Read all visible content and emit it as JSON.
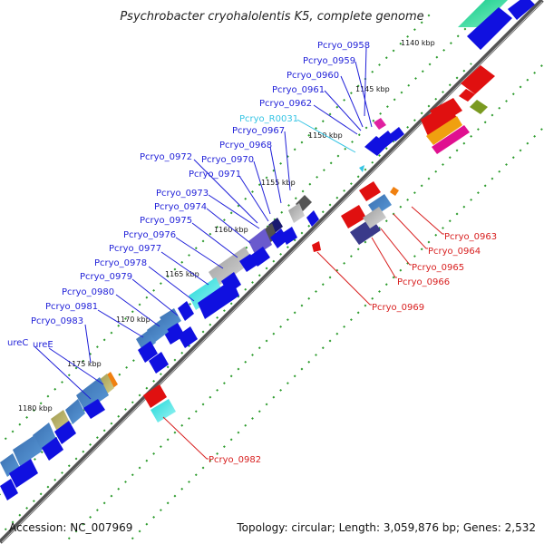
{
  "title": "Psychrobacter cryohalolentis K5, complete genome",
  "footer": {
    "accession": "Accession: NC_007969",
    "info": "Topology: circular; Length: 3,059,876 bp; Genes: 2,532"
  },
  "kbp_ticks": [
    "1140 kbp",
    "1145 kbp",
    "1150 kbp",
    "1155 kbp",
    "1160 kbp",
    "1165 kbp",
    "1170 kbp",
    "1175 kbp",
    "1180 kbp"
  ],
  "genes_top": [
    "Pcryo_0958",
    "Pcryo_0959",
    "Pcryo_0960",
    "Pcryo_0961",
    "Pcryo_0962",
    "Pcryo_R0031",
    "Pcryo_0967",
    "Pcryo_0968",
    "Pcryo_0972",
    "Pcryo_0970",
    "Pcryo_0971",
    "Pcryo_0973",
    "Pcryo_0974",
    "Pcryo_0975",
    "Pcryo_0976",
    "Pcryo_0977",
    "Pcryo_0978",
    "Pcryo_0979",
    "Pcryo_0980",
    "Pcryo_0981",
    "Pcryo_0983",
    "ureC",
    "ureE"
  ],
  "genes_bottom": [
    "Pcryo_0963",
    "Pcryo_0964",
    "Pcryo_0965",
    "Pcryo_0966",
    "Pcryo_0969",
    "Pcryo_0982"
  ],
  "colors": {
    "forward": "#1010e0",
    "reverse": "#e01010",
    "backbone": "#666666",
    "tick": "#2a9a2a",
    "label_forward": "#1f1fd8",
    "label_reverse": "#d81f1f",
    "label_rna": "#35c4e4"
  }
}
